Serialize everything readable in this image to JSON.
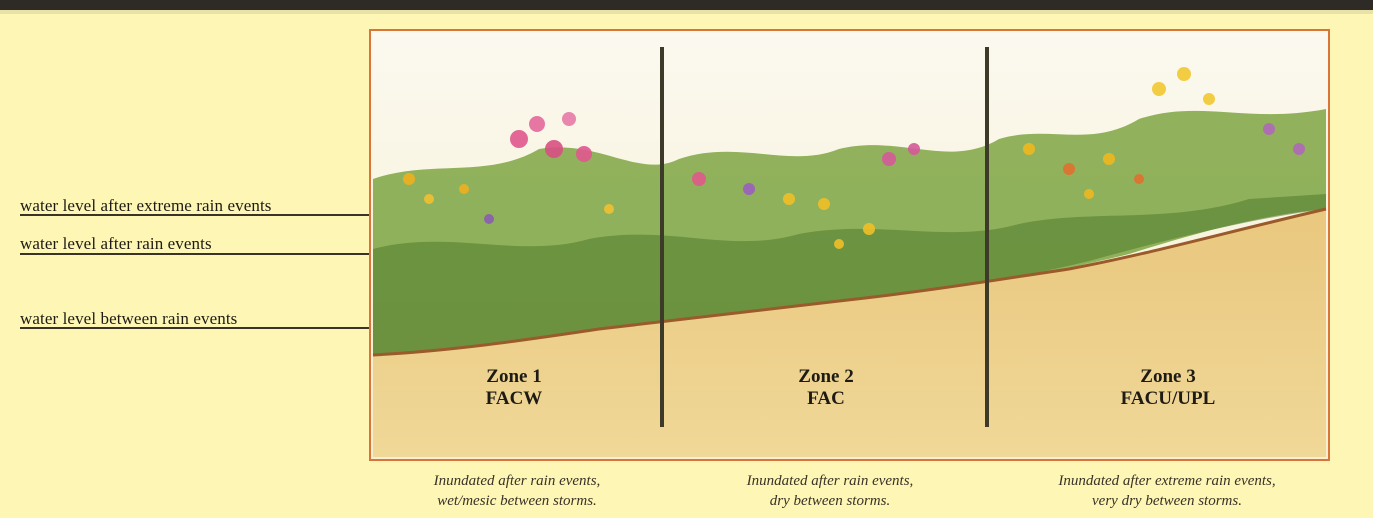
{
  "water_levels": {
    "extreme": "water level after extreme rain events",
    "rain": "water level after rain events",
    "between": "water level between rain events"
  },
  "zones": [
    {
      "name": "Zone 1",
      "code": "FACW",
      "caption_line1": "Inundated after rain events,",
      "caption_line2": "wet/mesic between storms."
    },
    {
      "name": "Zone 2",
      "code": "FAC",
      "caption_line1": "Inundated after rain events,",
      "caption_line2": "dry between storms."
    },
    {
      "name": "Zone 3",
      "code": "FACU/UPL",
      "caption_line1": "Inundated after extreme rain events,",
      "caption_line2": "very dry between storms."
    }
  ],
  "colors": {
    "page_background": "#fdf6b4",
    "frame": "#d9753a",
    "soil": "#e8c47a",
    "sky": "#fbf8ec",
    "foliage": "#6f9a3c",
    "divider": "#3d3a2a"
  }
}
